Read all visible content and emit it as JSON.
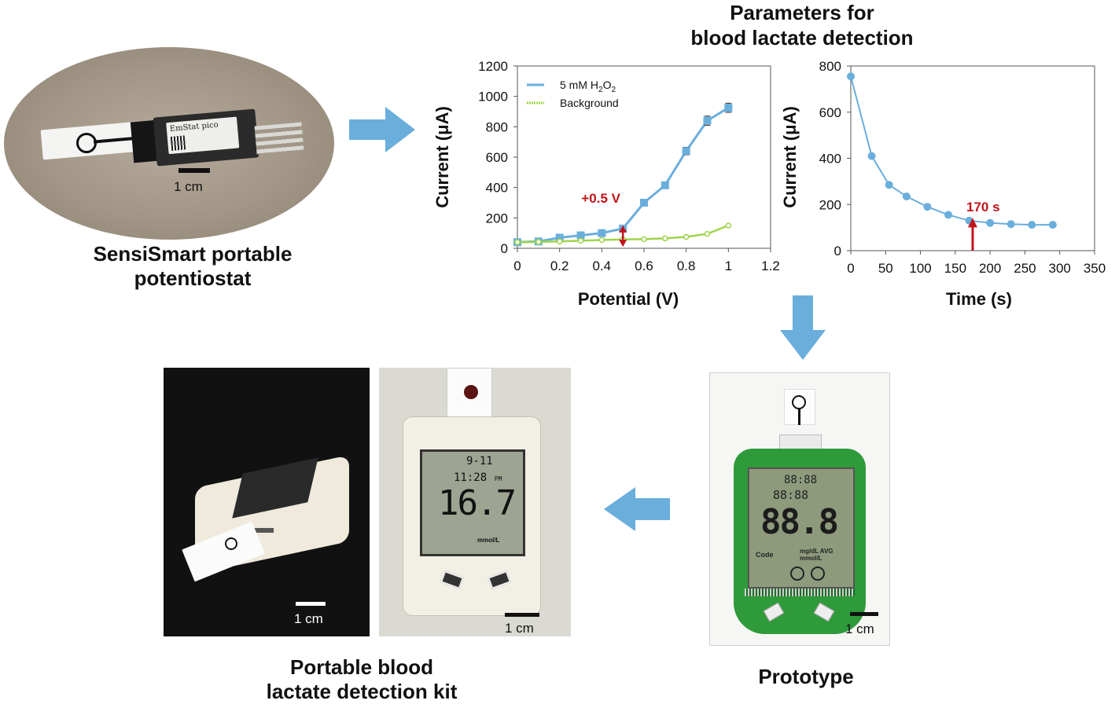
{
  "title": {
    "line1": "Parameters for",
    "line2": "blood lactate detection"
  },
  "potentiostat": {
    "label_line1": "SensiSmart portable",
    "label_line2": "potentiostat",
    "scale": "1 cm",
    "board_text": "EmStat pico"
  },
  "prototype": {
    "label": "Prototype",
    "scale": "1 cm",
    "lcd_top": "88:88",
    "lcd_mid": "88:88",
    "lcd_big": "88.8",
    "lcd_units": "mg/dL AVG mmol/L",
    "lcd_code": "Code"
  },
  "kit": {
    "label_line1": "Portable blood",
    "label_line2": "lactate detection kit",
    "scale_left": "1 cm",
    "scale_right": "1 cm",
    "lcd_date": "9-11",
    "lcd_time": "11:28",
    "lcd_pm": "PM",
    "lcd_value": "16.7",
    "lcd_unit": "mmol/L"
  },
  "colors": {
    "series_h2o2": "#6aaedc",
    "series_background": "#9ed44a",
    "annotation": "#c0141c",
    "flow_arrow": "#6aaedc"
  },
  "chart_data": [
    {
      "type": "line",
      "xlabel": "Potential (V)",
      "ylabel": "Current (μA)",
      "xlim": [
        0,
        1.2
      ],
      "ylim": [
        0,
        1200
      ],
      "xticks": [
        "0",
        "0.2",
        "0.4",
        "0.6",
        "0.8",
        "1",
        "1.2"
      ],
      "yticks": [
        "0",
        "200",
        "400",
        "600",
        "800",
        "1000",
        "1200"
      ],
      "legend_position": "top-left",
      "annotation": "+0.5 V",
      "annotation_x": 0.5,
      "series": [
        {
          "name_prefix": "5 mM H",
          "name_sub1": "2",
          "name_mid": "O",
          "name_sub2": "2",
          "x": [
            0,
            0.1,
            0.2,
            0.3,
            0.4,
            0.5,
            0.6,
            0.7,
            0.8,
            0.9,
            1.0
          ],
          "y": [
            40,
            45,
            70,
            85,
            100,
            130,
            300,
            415,
            640,
            840,
            925
          ],
          "err": [
            0,
            5,
            5,
            5,
            5,
            5,
            10,
            15,
            25,
            30,
            30
          ]
        },
        {
          "name": "Background",
          "x": [
            0,
            0.1,
            0.2,
            0.3,
            0.4,
            0.5,
            0.6,
            0.7,
            0.8,
            0.9,
            1.0
          ],
          "y": [
            40,
            42,
            45,
            50,
            55,
            58,
            60,
            65,
            75,
            95,
            150
          ]
        }
      ]
    },
    {
      "type": "line",
      "xlabel": "Time (s)",
      "ylabel": "Current (μA)",
      "xlim": [
        0,
        350
      ],
      "ylim": [
        0,
        800
      ],
      "xticks": [
        "0",
        "50",
        "100",
        "150",
        "200",
        "250",
        "300",
        "350"
      ],
      "yticks": [
        "0",
        "200",
        "400",
        "600",
        "800"
      ],
      "annotation": "170 s",
      "annotation_x": 175,
      "series": [
        {
          "x": [
            0,
            30,
            55,
            80,
            110,
            140,
            170,
            200,
            230,
            260,
            290
          ],
          "y": [
            755,
            410,
            285,
            235,
            190,
            155,
            130,
            120,
            115,
            112,
            112
          ]
        }
      ]
    }
  ]
}
